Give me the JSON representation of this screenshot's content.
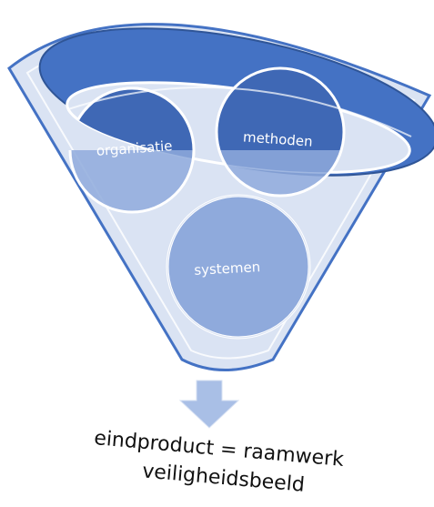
{
  "diagram": {
    "type": "funnel",
    "inputs": [
      {
        "id": "organisatie",
        "label": "organisatie"
      },
      {
        "id": "methoden",
        "label": "methoden"
      },
      {
        "id": "systemen",
        "label": "systemen"
      }
    ],
    "output": {
      "line1": "eindproduct = raamwerk",
      "line2": "veiligheidsbeeld"
    },
    "colors": {
      "funnel_rim": "#4472c4",
      "funnel_body": "#dae3f3",
      "circle_dark": "#3f68b5",
      "circle_light": "#8faadc",
      "arrow": "#a9bfe6",
      "label": "#ffffff",
      "output_text": "#111111"
    }
  }
}
